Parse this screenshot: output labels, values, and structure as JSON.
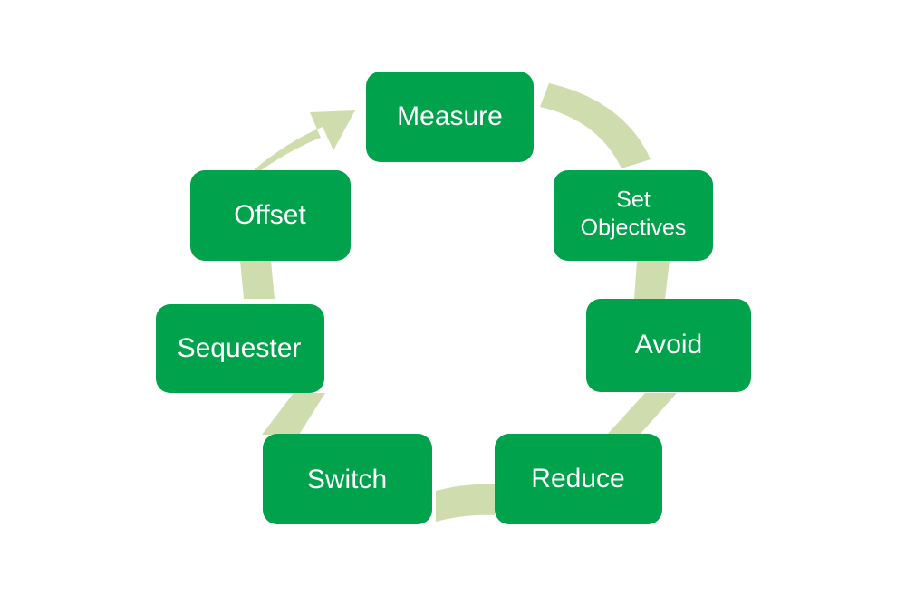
{
  "diagram": {
    "type": "cycle",
    "title": "",
    "background_color": "#FFFFFF",
    "node_color": "#00A24B",
    "node_text_color": "#FFFFFF",
    "connector_color": "#CFDDAE",
    "direction": "clockwise",
    "node_count": 7,
    "nodes": [
      {
        "id": "measure",
        "label": "Measure",
        "lines": [
          "Measure"
        ],
        "position": "top",
        "order": 1,
        "font_size": 30
      },
      {
        "id": "set-objectives",
        "label": "Set Objectives",
        "lines": [
          "Set",
          "Objectives"
        ],
        "position": "top-right",
        "order": 2,
        "font_size": 25
      },
      {
        "id": "avoid",
        "label": "Avoid",
        "lines": [
          "Avoid"
        ],
        "position": "right",
        "order": 3,
        "font_size": 30
      },
      {
        "id": "reduce",
        "label": "Reduce",
        "lines": [
          "Reduce"
        ],
        "position": "bottom-right",
        "order": 4,
        "font_size": 30
      },
      {
        "id": "switch",
        "label": "Switch",
        "lines": [
          "Switch"
        ],
        "position": "bottom-left",
        "order": 5,
        "font_size": 30
      },
      {
        "id": "sequester",
        "label": "Sequester",
        "lines": [
          "Sequester"
        ],
        "position": "left",
        "order": 6,
        "font_size": 30
      },
      {
        "id": "offset",
        "label": "Offset",
        "lines": [
          "Offset"
        ],
        "position": "top-left",
        "order": 7,
        "font_size": 30
      }
    ],
    "connectors": [
      {
        "id": "measure-to-set-objectives",
        "from": "measure",
        "to": "set-objectives",
        "has_arrowhead": false
      },
      {
        "id": "set-objectives-to-avoid",
        "from": "set-objectives",
        "to": "avoid",
        "has_arrowhead": false
      },
      {
        "id": "avoid-to-reduce",
        "from": "avoid",
        "to": "reduce",
        "has_arrowhead": false
      },
      {
        "id": "reduce-to-switch",
        "from": "reduce",
        "to": "switch",
        "has_arrowhead": false
      },
      {
        "id": "switch-to-sequester",
        "from": "switch",
        "to": "sequester",
        "has_arrowhead": false
      },
      {
        "id": "sequester-to-offset",
        "from": "sequester",
        "to": "offset",
        "has_arrowhead": false
      },
      {
        "id": "offset-to-measure",
        "from": "offset",
        "to": "measure",
        "has_arrowhead": true
      }
    ]
  }
}
